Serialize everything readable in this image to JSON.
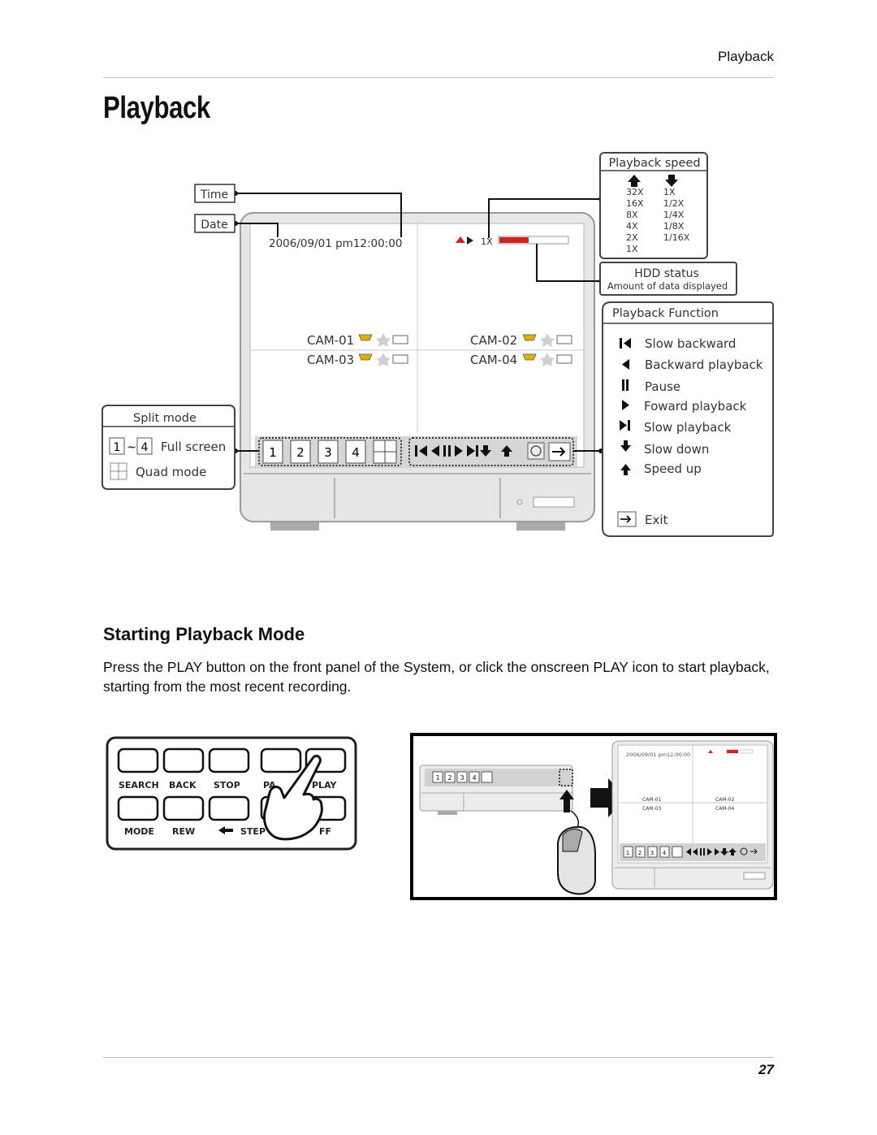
{
  "header": {
    "section": "Playback"
  },
  "title": "Playback",
  "diagram": {
    "time_label": "Time",
    "date_label": "Date",
    "datetime": "2006/09/01 pm12:00:00",
    "speed_indicator": "1X",
    "cameras": [
      "CAM-01",
      "CAM-02",
      "CAM-03",
      "CAM-04"
    ],
    "toolbar_numbers": [
      "1",
      "2",
      "3",
      "4"
    ],
    "playback_speed": {
      "title": "Playback speed",
      "fast": [
        "32X",
        "16X",
        "8X",
        "4X",
        "2X",
        "1X"
      ],
      "slow": [
        "1X",
        "1/2X",
        "1/4X",
        "1/8X",
        "1/16X"
      ]
    },
    "hdd_status": {
      "title": "HDD status",
      "subtitle": "Amount of data displayed"
    },
    "playback_function": {
      "title": "Playback Function",
      "items": [
        {
          "icon": "slow-backward-icon",
          "label": "Slow backward"
        },
        {
          "icon": "backward-playback-icon",
          "label": "Backward playback"
        },
        {
          "icon": "pause-icon",
          "label": "Pause"
        },
        {
          "icon": "forward-playback-icon",
          "label": "Foward playback"
        },
        {
          "icon": "slow-playback-icon",
          "label": "Slow playback"
        },
        {
          "icon": "slow-down-icon",
          "label": "Slow down"
        },
        {
          "icon": "speed-up-icon",
          "label": "Speed up"
        },
        {
          "icon": "exit-icon",
          "label": "Exit"
        }
      ]
    },
    "split_mode": {
      "title": "Split mode",
      "from": "1",
      "to": "4",
      "tilde": "~",
      "full_screen": "Full screen",
      "quad_mode": "Quad mode"
    }
  },
  "section": {
    "heading": "Starting Playback Mode",
    "paragraph": "Press the PLAY button on the front panel of the System, or click the onscreen PLAY icon to start playback, starting from the most recent recording."
  },
  "front_panel": {
    "row1": [
      "SEARCH",
      "BACK",
      "STOP",
      "PA",
      "PLAY"
    ],
    "row2": [
      "MODE",
      "REW",
      "STEP",
      "FF"
    ]
  },
  "mini_screen": {
    "datetime": "2006/09/01 pm12:00:00",
    "cameras": [
      "CAM-01",
      "CAM-02",
      "CAM-03",
      "CAM-04"
    ],
    "numbers": [
      "1",
      "2",
      "3",
      "4"
    ]
  },
  "page_number": "27"
}
